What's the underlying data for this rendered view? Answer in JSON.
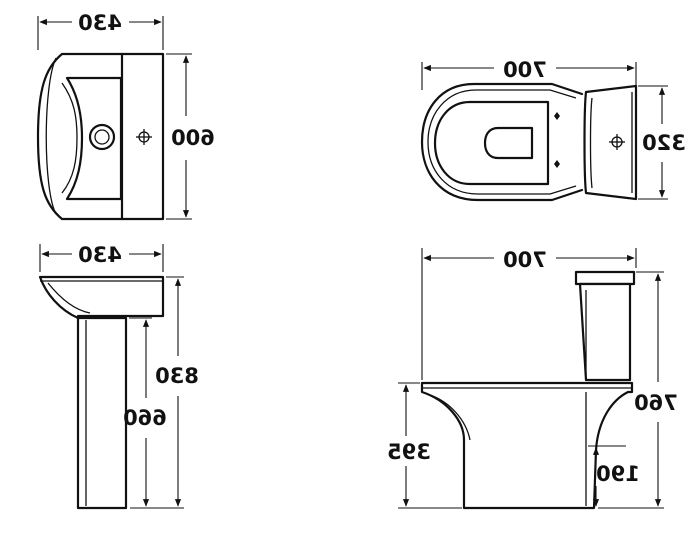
{
  "views": {
    "basin_top": {
      "width": "430",
      "depth": "600"
    },
    "toilet_top": {
      "length": "700",
      "width": "320"
    },
    "basin_side": {
      "width": "430",
      "height": "830",
      "pedestal_height": "660"
    },
    "toilet_side": {
      "length": "700",
      "height": "760",
      "seat_height": "395",
      "outlet_height": "190"
    }
  },
  "colors": {
    "line": "#111111",
    "background": "#ffffff"
  }
}
